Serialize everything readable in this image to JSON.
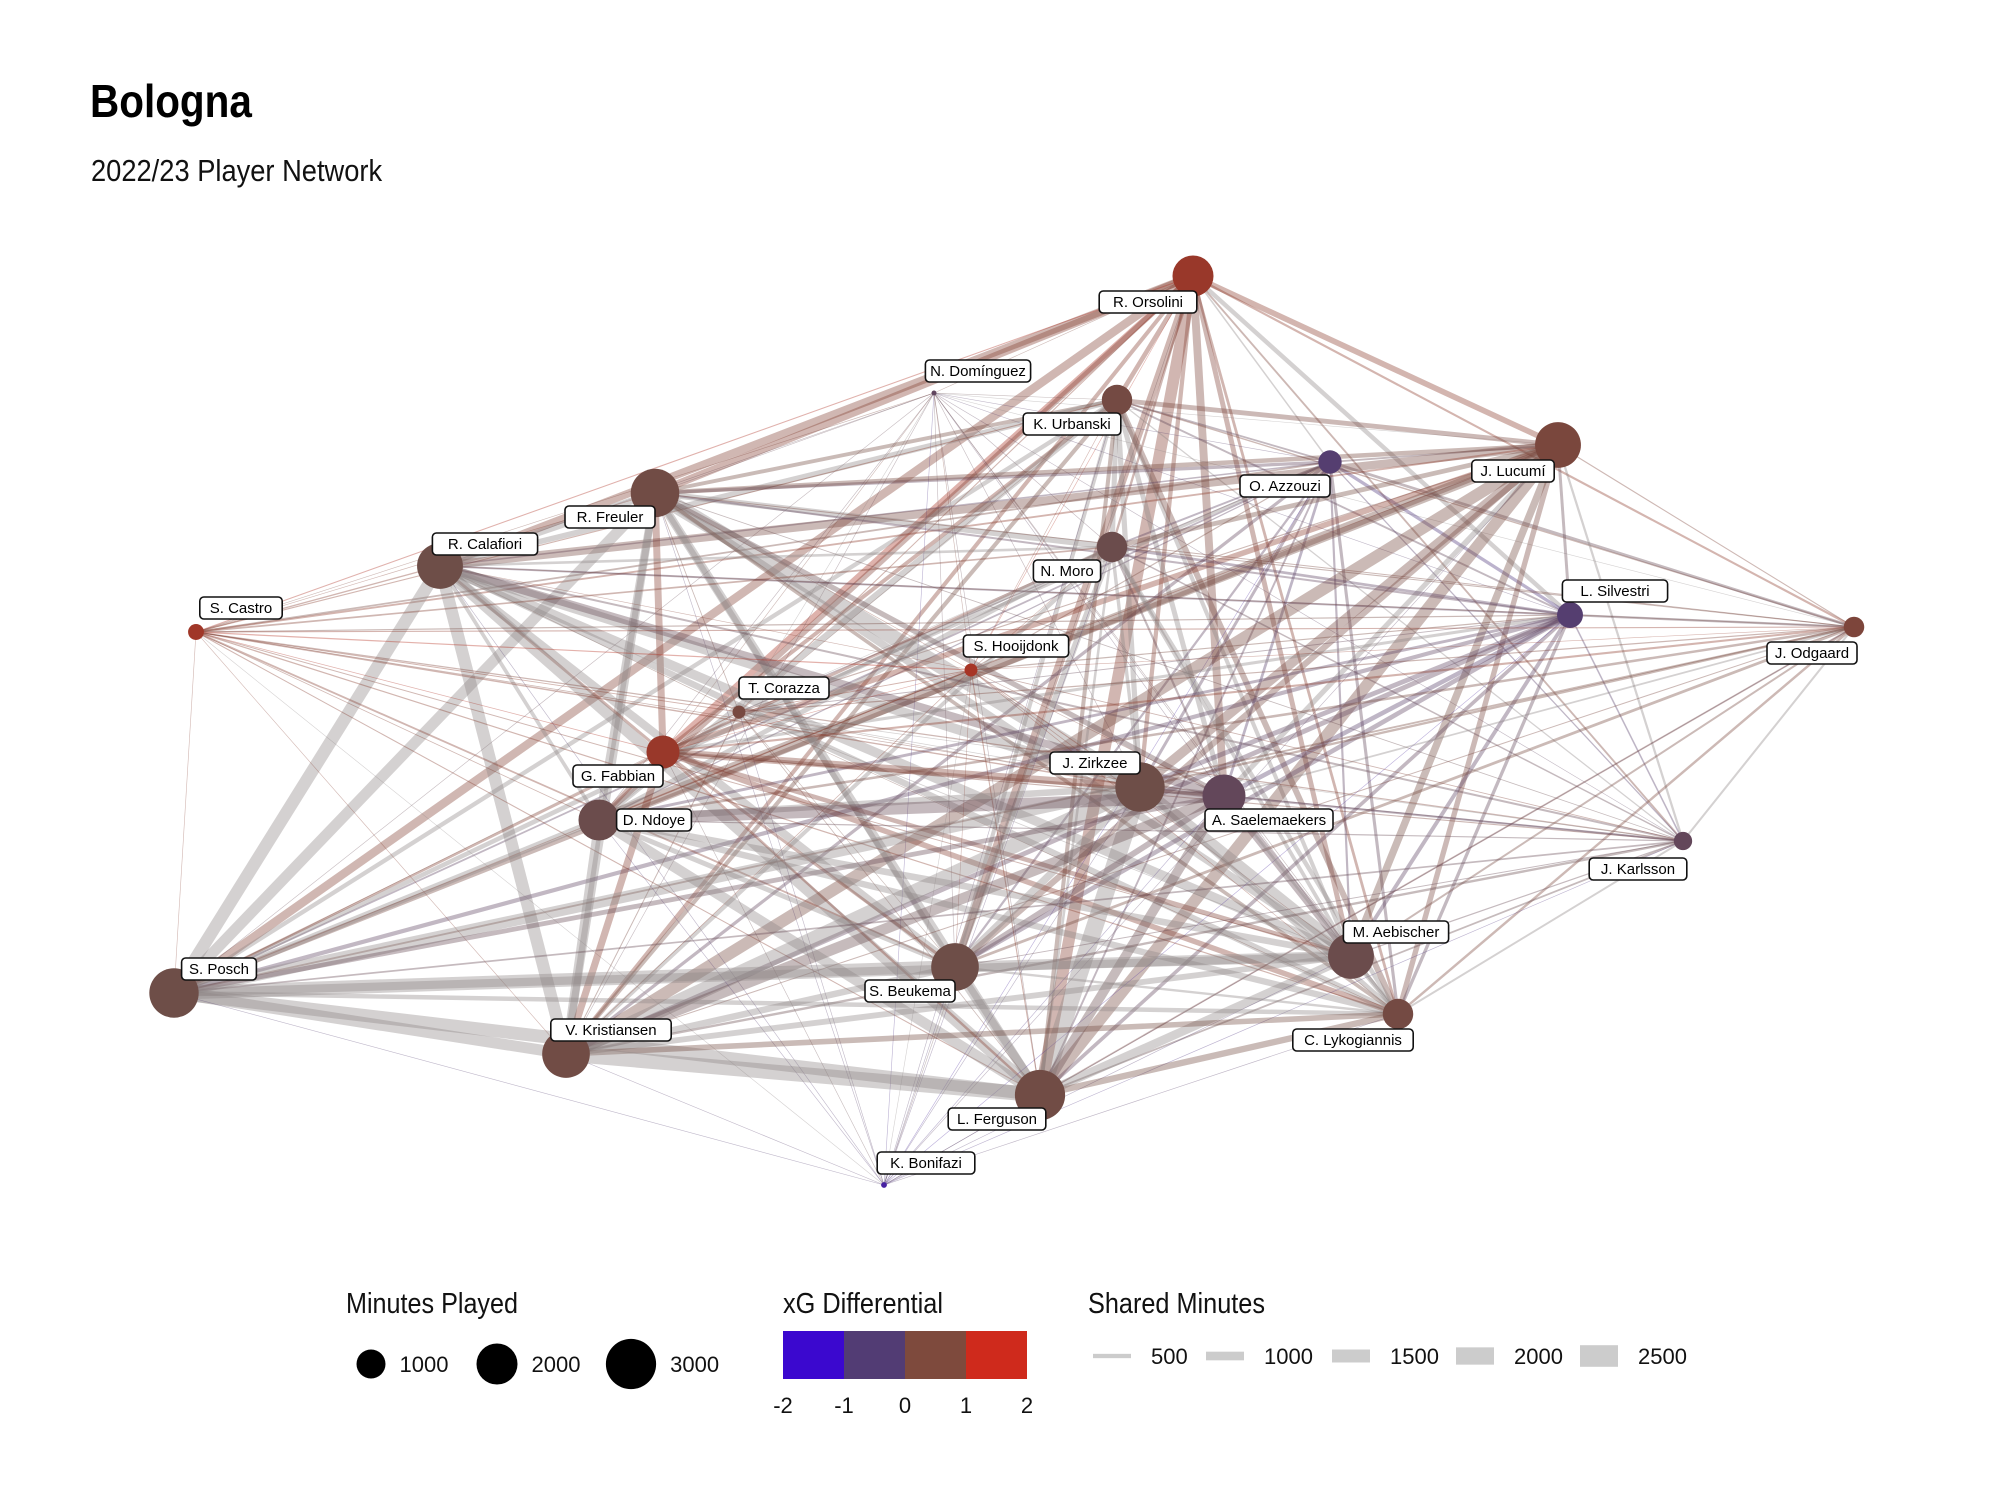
{
  "title": "Bologna",
  "subtitle": "2022/23 Player Network",
  "chart_data": {
    "type": "network",
    "nodes": [
      {
        "name": "R. Orsolini",
        "minutes": 2000,
        "xg_diff": 1.2
      },
      {
        "name": "N. Domínguez",
        "minutes": 30,
        "xg_diff": -0.5
      },
      {
        "name": "K. Urbanski",
        "minutes": 1100,
        "xg_diff": 0.2
      },
      {
        "name": "O. Azzouzi",
        "minutes": 650,
        "xg_diff": -0.9
      },
      {
        "name": "J. Lucumí",
        "minutes": 2500,
        "xg_diff": 0.4
      },
      {
        "name": "R. Freuler",
        "minutes": 2800,
        "xg_diff": 0.1
      },
      {
        "name": "R. Calafiori",
        "minutes": 2500,
        "xg_diff": 0.0
      },
      {
        "name": "N. Moro",
        "minutes": 1100,
        "xg_diff": -0.1
      },
      {
        "name": "L. Silvestri",
        "minutes": 800,
        "xg_diff": -0.9
      },
      {
        "name": "J. Odgaard",
        "minutes": 500,
        "xg_diff": 0.5
      },
      {
        "name": "S. Castro",
        "minutes": 300,
        "xg_diff": 1.3
      },
      {
        "name": "S. Hooijdonk",
        "minutes": 200,
        "xg_diff": 1.4
      },
      {
        "name": "T. Corazza",
        "minutes": 200,
        "xg_diff": 0.3
      },
      {
        "name": "G. Fabbian",
        "minutes": 1300,
        "xg_diff": 1.2
      },
      {
        "name": "J. Zirkzee",
        "minutes": 2900,
        "xg_diff": 0.0
      },
      {
        "name": "A. Saelemaekers",
        "minutes": 2200,
        "xg_diff": -0.4
      },
      {
        "name": "D. Ndoye",
        "minutes": 2000,
        "xg_diff": -0.1
      },
      {
        "name": "J. Karlsson",
        "minutes": 400,
        "xg_diff": -0.4
      },
      {
        "name": "M. Aebischer",
        "minutes": 2500,
        "xg_diff": -0.1
      },
      {
        "name": "S. Posch",
        "minutes": 2900,
        "xg_diff": 0.0
      },
      {
        "name": "S. Beukema",
        "minutes": 2700,
        "xg_diff": 0.0
      },
      {
        "name": "C. Lykogiannis",
        "minutes": 1100,
        "xg_diff": 0.2
      },
      {
        "name": "V. Kristiansen",
        "minutes": 2700,
        "xg_diff": 0.1
      },
      {
        "name": "L. Ferguson",
        "minutes": 3000,
        "xg_diff": 0.1
      },
      {
        "name": "K. Bonifazi",
        "minutes": 40,
        "xg_diff": -1.5
      }
    ],
    "legend": {
      "size": {
        "title": "Minutes Played",
        "breaks": [
          1000,
          2000,
          3000
        ],
        "labels": [
          "1000",
          "2000",
          "3000"
        ]
      },
      "color": {
        "title": "xG Differential",
        "breaks": [
          -2,
          -1,
          0,
          1,
          2
        ],
        "labels": [
          "-2",
          "-1",
          "0",
          "1",
          "2"
        ],
        "colors": [
          "#3b08cf",
          "#523c74",
          "#7e4a3d",
          "#cf2a1c"
        ]
      },
      "width": {
        "title": "Shared Minutes",
        "breaks": [
          500,
          1000,
          1500,
          2000,
          2500
        ],
        "labels": [
          "500",
          "1000",
          "1500",
          "2000",
          "2500"
        ],
        "color": "#cccccc"
      }
    }
  }
}
